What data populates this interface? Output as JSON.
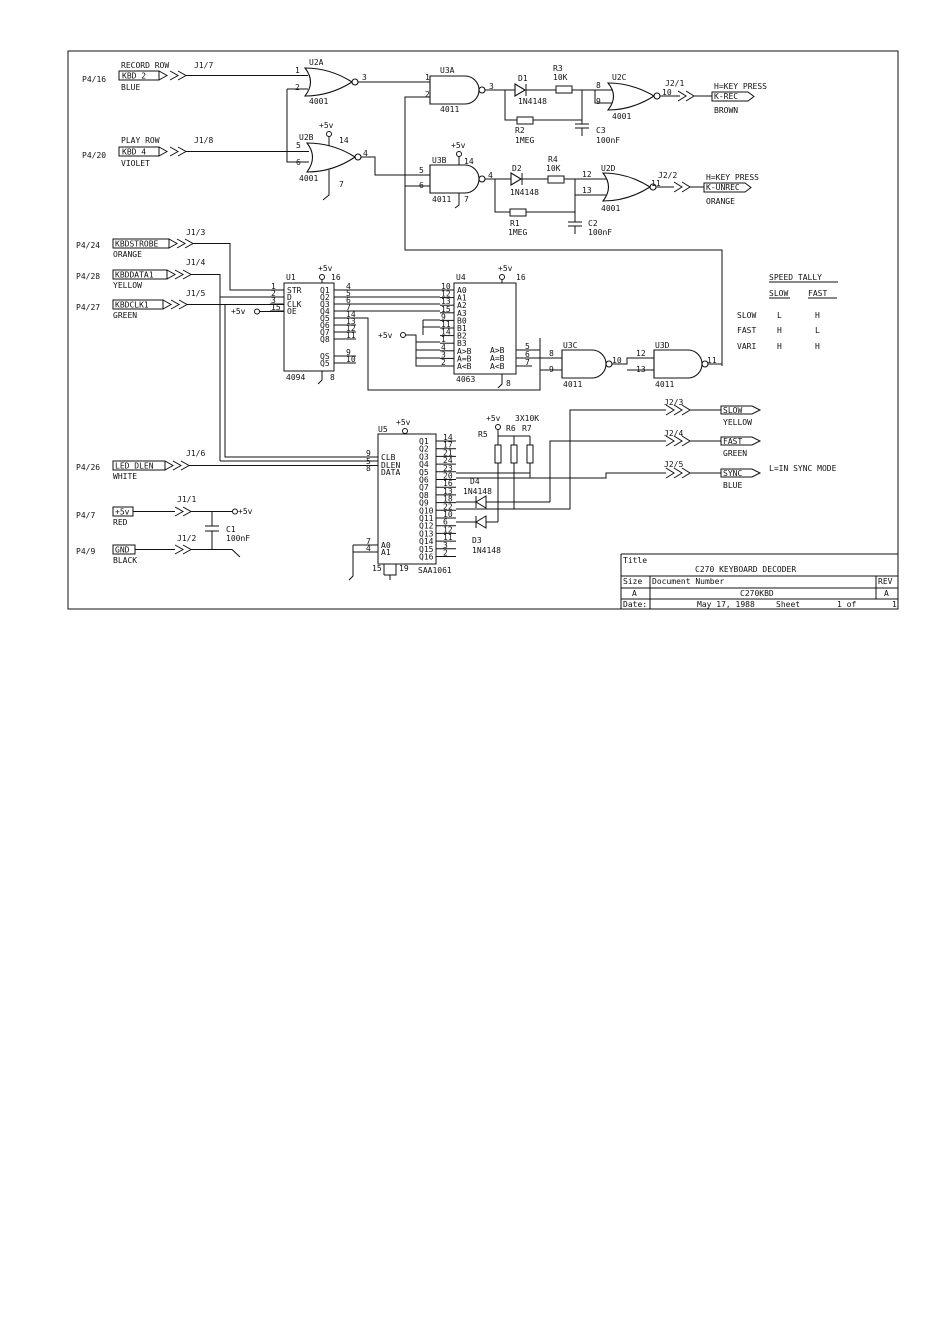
{
  "title_block": {
    "title_label": "Title",
    "title": "C270 KEYBOARD DECODER",
    "size_label": "Size",
    "size": "A",
    "docnum_label": "Document Number",
    "docnum": "C270KBD",
    "rev_label": "REV",
    "rev": "A",
    "date_label": "Date:",
    "date": "May 17, 1988",
    "sheet_label": "Sheet",
    "sheet_of": "1 of",
    "sheet_total": "1"
  },
  "inputs": [
    {
      "port": "P4/16",
      "name": "KBD 2",
      "color": "BLUE",
      "connector": "J1/7",
      "note": "RECORD ROW"
    },
    {
      "port": "P4/20",
      "name": "KBD 4",
      "color": "VIOLET",
      "connector": "J1/8",
      "note": "PLAY ROW"
    },
    {
      "port": "P4/24",
      "name": "KBDSTROBE",
      "color": "ORANGE",
      "connector": "J1/3"
    },
    {
      "port": "P4/28",
      "name": "KBDDATA1",
      "color": "YELLOW",
      "connector": "J1/4"
    },
    {
      "port": "P4/27",
      "name": "KBDCLK1",
      "color": "GREEN",
      "connector": "J1/5"
    },
    {
      "port": "P4/26",
      "name": "LED DLEN",
      "color": "WHITE",
      "connector": "J1/6"
    },
    {
      "port": "P4/7",
      "name": "+5v",
      "color": "RED",
      "connector": "J1/1"
    },
    {
      "port": "P4/9",
      "name": "GND",
      "color": "BLACK",
      "connector": "J1/2"
    }
  ],
  "outputs": [
    {
      "connector": "J2/1",
      "name": "K-REC",
      "color": "BROWN",
      "note": "H=KEY PRESS"
    },
    {
      "connector": "J2/2",
      "name": "K-UNREC",
      "color": "ORANGE",
      "note": "H=KEY PRESS"
    },
    {
      "connector": "J2/3",
      "name": "SLOW",
      "color": "YELLOW"
    },
    {
      "connector": "J2/4",
      "name": "FAST",
      "color": "GREEN"
    },
    {
      "connector": "J2/5",
      "name": "SYNC",
      "color": "BLUE",
      "note": "L=IN SYNC MODE"
    }
  ],
  "components": {
    "u2a": {
      "ref": "U2A",
      "part": "4001"
    },
    "u2b": {
      "ref": "U2B",
      "part": "4001"
    },
    "u2c": {
      "ref": "U2C",
      "part": "4001"
    },
    "u2d": {
      "ref": "U2D",
      "part": "4001"
    },
    "u3a": {
      "ref": "U3A",
      "part": "4011"
    },
    "u3b": {
      "ref": "U3B",
      "part": "4011"
    },
    "u3c": {
      "ref": "U3C",
      "part": "4011"
    },
    "u3d": {
      "ref": "U3D",
      "part": "4011"
    },
    "u1": {
      "ref": "U1",
      "part": "4094"
    },
    "u4": {
      "ref": "U4",
      "part": "4063"
    },
    "u5": {
      "ref": "U5",
      "part": "SAA1061"
    },
    "d1": {
      "ref": "D1",
      "value": "1N4148"
    },
    "d2": {
      "ref": "D2",
      "value": "1N4148"
    },
    "d3": {
      "ref": "D3",
      "value": "1N4148"
    },
    "d4": {
      "ref": "D4",
      "value": "1N4148"
    },
    "r1": {
      "ref": "R1",
      "value": "1MEG"
    },
    "r2": {
      "ref": "R2",
      "value": "1MEG"
    },
    "r3": {
      "ref": "R3",
      "value": "10K"
    },
    "r4": {
      "ref": "R4",
      "value": "10K"
    },
    "r5": {
      "ref": "R5"
    },
    "r6": {
      "ref": "R6"
    },
    "r7": {
      "ref": "R7"
    },
    "rnet": {
      "value": "3X10K"
    },
    "c1": {
      "ref": "C1",
      "value": "100nF"
    },
    "c2": {
      "ref": "C2",
      "value": "100nF"
    },
    "c3": {
      "ref": "C3",
      "value": "100nF"
    }
  },
  "supply_label": "+5v",
  "speed_tally": {
    "title": "SPEED TALLY",
    "headers": [
      "SLOW",
      "FAST"
    ],
    "rows": [
      {
        "mode": "SLOW",
        "slow": "L",
        "fast": "H"
      },
      {
        "mode": "FAST",
        "slow": "H",
        "fast": "L"
      },
      {
        "mode": "VARI",
        "slow": "H",
        "fast": "H"
      }
    ]
  },
  "u1_pins": {
    "left": [
      "STR",
      "D",
      "CLK",
      "OE"
    ],
    "left_nums": [
      "1",
      "2",
      "3",
      "15"
    ],
    "right": [
      "Q1",
      "Q2",
      "Q3",
      "Q4",
      "Q5",
      "Q6",
      "Q7",
      "Q8",
      "QS",
      "Q5"
    ],
    "right_nums": [
      "4",
      "5",
      "6",
      "7",
      "14",
      "13",
      "12",
      "11",
      "9",
      "10"
    ],
    "pwr": "16",
    "gnd": "8"
  },
  "u4_pins": {
    "left": [
      "A0",
      "A1",
      "A2",
      "A3",
      "B0",
      "B1",
      "B2",
      "B3",
      "A>B",
      "A=B",
      "A<B"
    ],
    "left_nums": [
      "10",
      "12",
      "13",
      "15",
      "9",
      "11",
      "14",
      "1",
      "4",
      "3",
      "2"
    ],
    "right": [
      "A>B",
      "A=B",
      "A<B"
    ],
    "right_nums": [
      "5",
      "6",
      "7"
    ],
    "pwr": "16",
    "gnd": "8"
  },
  "u5_pins": {
    "left": [
      "CLB",
      "DLEN",
      "DATA",
      "A0",
      "A1"
    ],
    "left_nums": [
      "9",
      "5",
      "8",
      "7",
      "4"
    ],
    "right": [
      "Q1",
      "Q2",
      "Q3",
      "Q4",
      "Q5",
      "Q6",
      "Q7",
      "Q8",
      "Q9",
      "Q10",
      "Q11",
      "Q12",
      "Q13",
      "Q14",
      "Q15",
      "Q16"
    ],
    "right_nums": [
      "14",
      "17",
      "21",
      "24",
      "23",
      "20",
      "16",
      "13",
      "18",
      "22",
      "10",
      "6",
      "12",
      "11",
      "3",
      "2"
    ],
    "bottom": [
      "15",
      "19"
    ]
  },
  "gate_pins": {
    "u2a": [
      "1",
      "2",
      "3"
    ],
    "u2b": [
      "5",
      "6",
      "4",
      "14",
      "7"
    ],
    "u3a": [
      "1",
      "2",
      "3"
    ],
    "u3b": [
      "5",
      "6",
      "4",
      "14",
      "7"
    ],
    "u2c": [
      "8",
      "9",
      "10"
    ],
    "u2d": [
      "12",
      "13",
      "11"
    ],
    "u3c": [
      "8",
      "9",
      "10"
    ],
    "u3d": [
      "12",
      "13",
      "11"
    ]
  }
}
